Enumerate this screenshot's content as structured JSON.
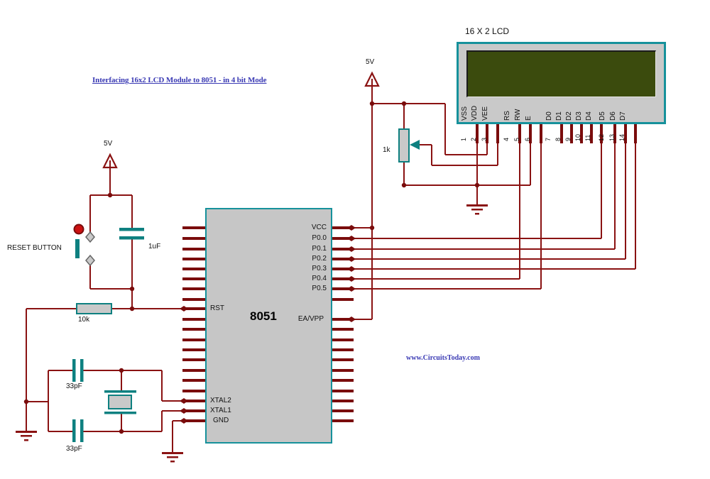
{
  "page": {
    "title": "Interfacing 16x2 LCD Module to 8051 - in 4 bit Mode",
    "watermark": "www.CircuitsToday.com"
  },
  "power": {
    "supply_label": "5V"
  },
  "lcd": {
    "title": "16 X 2 LCD",
    "pins": [
      {
        "number": "1",
        "name": "VSS"
      },
      {
        "number": "2",
        "name": "VDD"
      },
      {
        "number": "3",
        "name": "VEE"
      },
      {
        "number": "4",
        "name": "RS"
      },
      {
        "number": "5",
        "name": "RW"
      },
      {
        "number": "6",
        "name": "E"
      },
      {
        "number": "7",
        "name": "D0"
      },
      {
        "number": "8",
        "name": "D1"
      },
      {
        "number": "9",
        "name": "D2"
      },
      {
        "number": "10",
        "name": "D3"
      },
      {
        "number": "11",
        "name": "D4"
      },
      {
        "number": "12",
        "name": "D5"
      },
      {
        "number": "13",
        "name": "D6"
      },
      {
        "number": "14",
        "name": "D7"
      }
    ]
  },
  "mcu": {
    "name": "8051",
    "right_pins": [
      "VCC",
      "P0.0",
      "P0.1",
      "P0.2",
      "P0.3",
      "P0.4",
      "P0.5"
    ],
    "ea_pin": "EA/VPP",
    "rst_pin": "RST",
    "xtal2_pin": "XTAL2",
    "xtal1_pin": "XTAL1",
    "gnd_pin": "GND"
  },
  "components": {
    "reset_button_label": "RESET BUTTON",
    "reset_capacitor": "1uF",
    "pullup_resistor": "10k",
    "crystal_cap_top": "33pF",
    "crystal_cap_bottom": "33pF",
    "contrast_pot": "1k"
  },
  "colors": {
    "wire": "#8a1212",
    "pin_stub": "#7a0c0c",
    "component_outline": "#0e8080",
    "component_fill": "#c9c9c9",
    "lcd_screen": "#3b4b0d",
    "heading_text": "#3a3ab4",
    "button_cap_red": "#cc1111"
  }
}
